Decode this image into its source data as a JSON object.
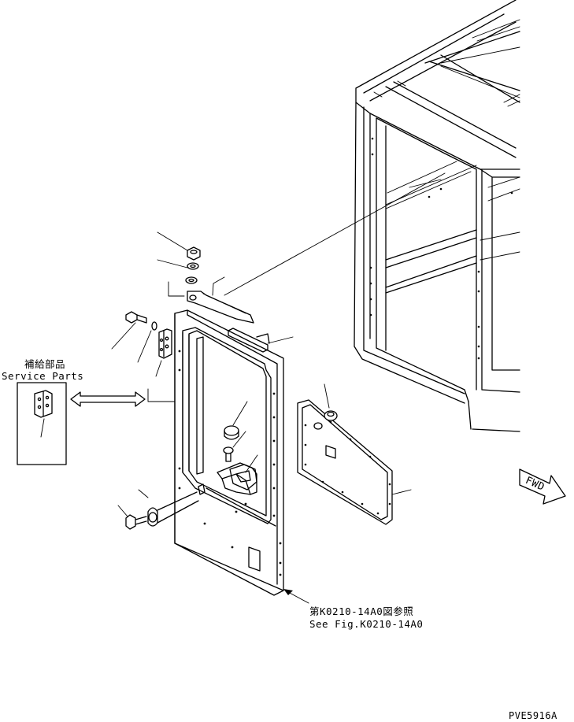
{
  "labels": {
    "service_parts_jp": "補給部品",
    "service_parts_en": "Service Parts",
    "fwd": "FWD",
    "see_fig_jp": "第K0210-14A0図参照",
    "see_fig_en": "See Fig.K0210-14A0",
    "drawing_id": "PVE5916A"
  }
}
